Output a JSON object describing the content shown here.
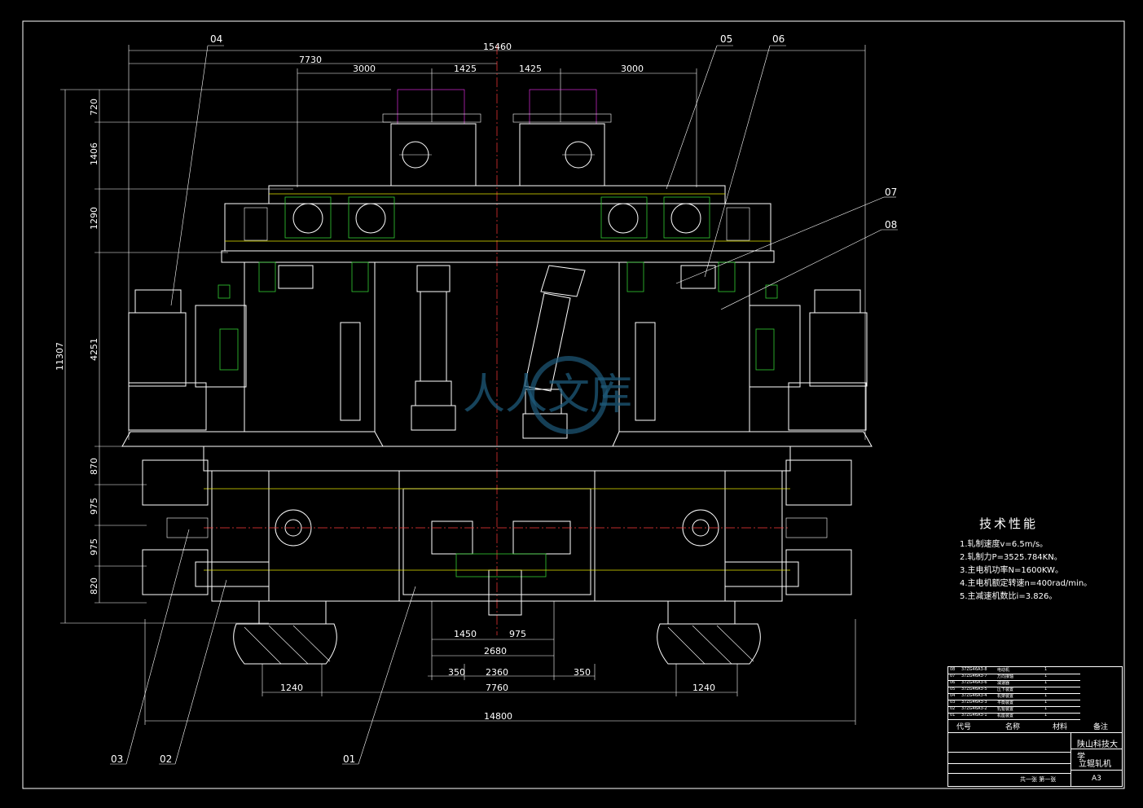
{
  "dimensions": {
    "top": [
      "15460",
      "7730",
      "3000",
      "1425",
      "1425",
      "3000"
    ],
    "left": [
      "720",
      "1406",
      "1290",
      "4251",
      "11307",
      "870",
      "975",
      "975",
      "820"
    ],
    "bottom": [
      "1450",
      "975",
      "2680",
      "350",
      "2360",
      "350",
      "1240",
      "7760",
      "1240",
      "14800"
    ]
  },
  "part_labels": [
    "04",
    "05",
    "06",
    "07",
    "08",
    "03",
    "02",
    "01"
  ],
  "tech": {
    "title": "技术性能",
    "items": [
      "1.轧制速度v=6.5m/s。",
      "2.轧制力P=3525.784KN。",
      "3.主电机功率N=1600KW。",
      "4.主电机额定转速n=400rad/min。",
      "5.主减速机数比i=3.826。"
    ]
  },
  "title_block": {
    "parts": [
      {
        "no": "08",
        "code": "37ZG46A3-8",
        "name": "电动机",
        "qty": "1"
      },
      {
        "no": "07",
        "code": "37ZG46A3-7",
        "name": "万向接轴",
        "qty": "1"
      },
      {
        "no": "06",
        "code": "37ZG46A3-6",
        "name": "减速器",
        "qty": "1"
      },
      {
        "no": "05",
        "code": "37ZG46A3-5",
        "name": "压下装置",
        "qty": "1"
      },
      {
        "no": "04",
        "code": "37ZG46A3-4",
        "name": "机架装置",
        "qty": "1"
      },
      {
        "no": "03",
        "code": "37ZG46A3-3",
        "name": "平衡装置",
        "qty": "1"
      },
      {
        "no": "02",
        "code": "37ZG46A3-2",
        "name": "轧辊装置",
        "qty": "1"
      },
      {
        "no": "01",
        "code": "37ZG46A3-1",
        "name": "机座装置",
        "qty": "1"
      }
    ],
    "header": [
      "代号",
      "名称",
      "材料",
      "备注"
    ],
    "school": "陕山科技大学",
    "drawing_name": "立辊轧机",
    "sheet": "共一张 第一张",
    "size": "A3"
  },
  "watermark": "人人文库"
}
